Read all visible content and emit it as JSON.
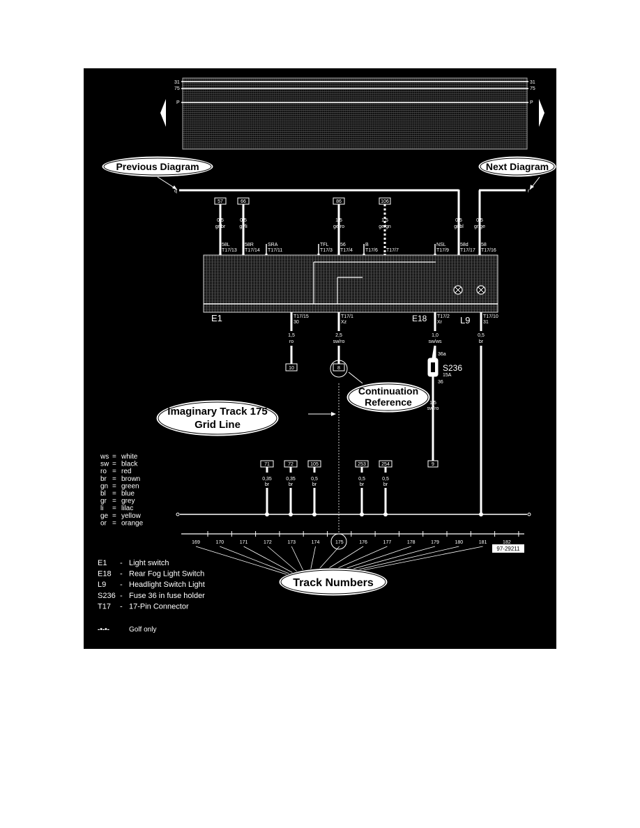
{
  "header_terminals": {
    "t31": "31",
    "t75": "75",
    "p": "P"
  },
  "callouts": {
    "previous": "Previous Diagram",
    "next": "Next Diagram",
    "continuation_line1": "Continuation",
    "continuation_line2": "Reference",
    "track_line1": "Imaginary Track 175",
    "track_line2": "Grid Line",
    "track_numbers": "Track Numbers"
  },
  "wire_letters": {
    "q": "q",
    "r": "r"
  },
  "top_wires": [
    {
      "ref": "57",
      "size": "0,5",
      "color": "gr/br",
      "func": "58L",
      "pin": "T17/13"
    },
    {
      "ref": "66",
      "size": "0,5",
      "color": "gr/li",
      "func": "58R",
      "pin": "T17/14"
    },
    {
      "ref": "",
      "size": "",
      "color": "",
      "func": "SRA",
      "pin": "T17/11"
    },
    {
      "ref": "",
      "size": "",
      "color": "",
      "func": "TFL",
      "pin": "T17/3"
    },
    {
      "ref": "86",
      "size": "1,5",
      "color": "ge/ro",
      "func": "56",
      "pin": "T17/4"
    },
    {
      "ref": "",
      "size": "",
      "color": "",
      "func": "B",
      "pin": "T17/6"
    },
    {
      "ref": "106",
      "size": "1,5",
      "color": "ge/gn",
      "func": "",
      "pin": "T17/7"
    },
    {
      "ref": "",
      "size": "",
      "color": "",
      "func": "NSL",
      "pin": "T17/9"
    },
    {
      "ref": "",
      "size": "0,5",
      "color": "gr/bl",
      "func": "58d",
      "pin": "T17/17"
    },
    {
      "ref": "",
      "size": "0,5",
      "color": "gr/ge",
      "func": "58",
      "pin": "T17/16"
    }
  ],
  "components": {
    "e1": "E1",
    "e18": "E18",
    "l9": "L9",
    "s236": "S236",
    "s236_rating": "15A",
    "fuse_in": "36a",
    "fuse_out": "36"
  },
  "bottom_wires": [
    {
      "pin": "T17/15",
      "func": "30",
      "size": "1,5",
      "color": "ro",
      "ref": "10"
    },
    {
      "pin": "T17/1",
      "func": "Xz",
      "size": "2,5",
      "color": "sw/ro",
      "ref": "8"
    },
    {
      "pin": "T17/2",
      "func": "Xr",
      "size": "1,0",
      "color": "sw/ws",
      "ref": ""
    },
    {
      "pin": "T17/10",
      "func": "31",
      "size": "0,5",
      "color": "br",
      "ref": ""
    }
  ],
  "fuse_out_wire": {
    "size": "1,5",
    "color": "sw/ro",
    "ref": "9"
  },
  "ground_wires": [
    {
      "ref": "71",
      "size": "0,35",
      "color": "br"
    },
    {
      "ref": "72",
      "size": "0,35",
      "color": "br"
    },
    {
      "ref": "105",
      "size": "0,5",
      "color": "br"
    },
    {
      "ref": "253",
      "size": "0,5",
      "color": "br"
    },
    {
      "ref": "254",
      "size": "0,5",
      "color": "br"
    }
  ],
  "color_legend": [
    {
      "code": "ws",
      "name": "white"
    },
    {
      "code": "sw",
      "name": "black"
    },
    {
      "code": "ro",
      "name": "red"
    },
    {
      "code": "br",
      "name": "brown"
    },
    {
      "code": "gn",
      "name": "green"
    },
    {
      "code": "bl",
      "name": "blue"
    },
    {
      "code": "gr",
      "name": "grey"
    },
    {
      "code": "li",
      "name": "lilac"
    },
    {
      "code": "ge",
      "name": "yellow"
    },
    {
      "code": "or",
      "name": "orange"
    }
  ],
  "tracks": [
    "169",
    "170",
    "171",
    "172",
    "173",
    "174",
    "175",
    "176",
    "177",
    "178",
    "179",
    "180",
    "181",
    "182"
  ],
  "diagram_id": "97-29211",
  "component_legend": [
    {
      "code": "E1",
      "desc": "Light switch"
    },
    {
      "code": "E18",
      "desc": "Rear Fog Light Switch"
    },
    {
      "code": "L9",
      "desc": "Headlight Switch Light"
    },
    {
      "code": "S236",
      "desc": "Fuse 36 in fuse holder"
    },
    {
      "code": "T17",
      "desc": "17-Pin Connector"
    }
  ],
  "golf_note": {
    "symbol": "-•-•-",
    "desc": "Golf only"
  }
}
